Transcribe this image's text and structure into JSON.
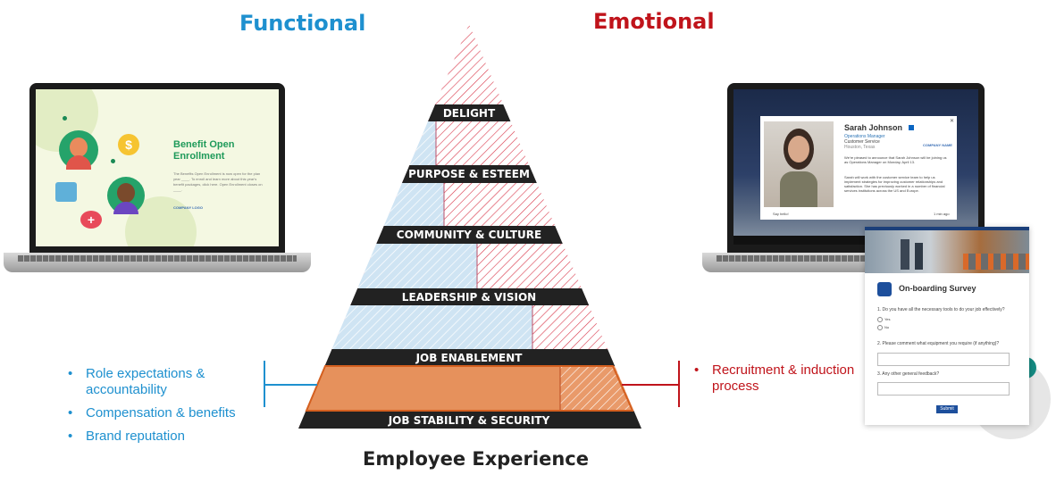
{
  "titles": {
    "functional": "Functional",
    "emotional": "Emotional",
    "caption": "Employee Experience"
  },
  "colors": {
    "functional": "#1e90cf",
    "emotional": "#c0141b",
    "band": "#222222",
    "highlight": "#e07b3c"
  },
  "pyramid": {
    "levels": [
      {
        "label": "DELIGHT"
      },
      {
        "label": "PURPOSE & ESTEEM"
      },
      {
        "label": "COMMUNITY & CULTURE"
      },
      {
        "label": "LEADERSHIP & VISION"
      },
      {
        "label": "JOB ENABLEMENT"
      },
      {
        "label": "JOB STABILITY & SECURITY"
      }
    ]
  },
  "functional_points": [
    "Role expectations & accountability",
    "Compensation & benefits",
    "Brand reputation"
  ],
  "emotional_points": [
    "Recruitment & induction process"
  ],
  "left_laptop": {
    "title": "Benefit Open Enrollment",
    "body": "The Benefits Open Enrollment is now open for the plan year ____. To enroll and learn more about this year's benefit packages, click here. Open Enrollment closes on ____.",
    "logo": "COMPANY LOGO",
    "icons": [
      "person-icon",
      "coin-icon",
      "calendar-icon",
      "avatar-icon",
      "health-heart-icon"
    ]
  },
  "right_laptop": {
    "name": "Sarah Johnson",
    "role": "Operations Manager",
    "department": "Customer Service",
    "location": "Houston, Texas",
    "logo": "COMPANY NAME",
    "para1": "We're pleased to announce that Sarah Johnson will be joining us as Operations Manager on Monday, April 13.",
    "para2": "Sarah will work with the customer service team to help us implement strategies for improving customer relationships and satisfaction. She has previously worked in a number of financial services institutions across the US and Europe.",
    "footer_left": "Say hello!",
    "footer_right": "1 min ago"
  },
  "survey": {
    "title": "On-boarding Survey",
    "q1": "1. Do you have all the necessary tools to do your job effectively?",
    "options": [
      "Yes",
      "No"
    ],
    "q2": "2. Please comment what equipment you require (if anything)?",
    "q3": "3. Any other general feedback?",
    "submit": "Submit"
  }
}
